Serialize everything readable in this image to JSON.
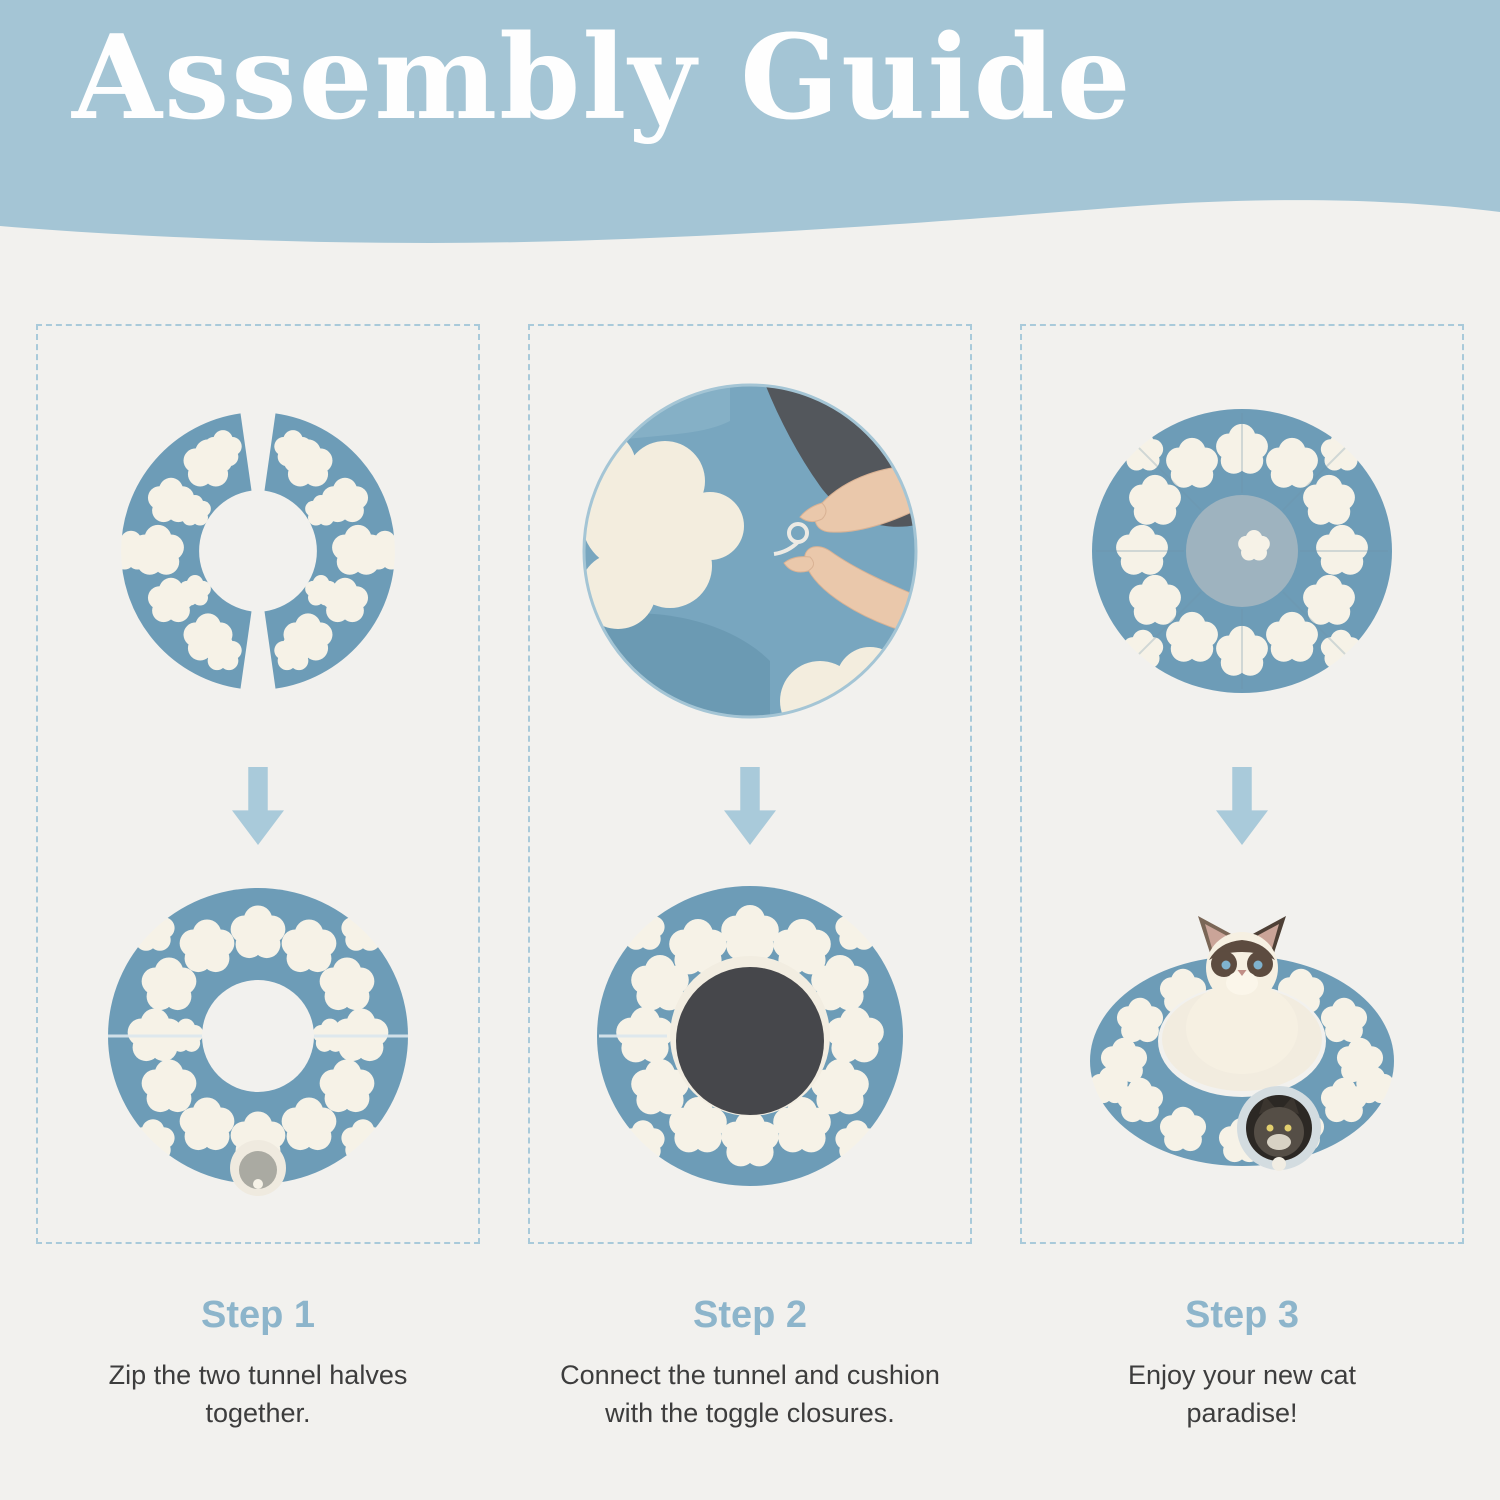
{
  "header": {
    "title": "Assembly Guide"
  },
  "steps": [
    {
      "label": "Step 1",
      "description": "Zip the two tunnel halves together.",
      "top_illustration": "two-tunnel-halves",
      "bottom_illustration": "assembled-tunnel-ring"
    },
    {
      "label": "Step 2",
      "description": "Connect the tunnel and cushion with the toggle closures.",
      "top_illustration": "hands-fastening-toggle-photo",
      "bottom_illustration": "tunnel-ring-with-dark-cushion"
    },
    {
      "label": "Step 3",
      "description": "Enjoy your new cat paradise!",
      "top_illustration": "tunnel-ring-top-view",
      "bottom_illustration": "cat-sitting-in-tunnel-bed"
    }
  ],
  "colors": {
    "header_background": "#a4c5d5",
    "page_background": "#f2f1ee",
    "dashed_border": "#a9cada",
    "arrow_blue": "#a9cada",
    "step_label_blue": "#8db5cb",
    "product_blue": "#6d9cb7",
    "cloud_white": "#f6f2e7",
    "cushion_dark": "#46474b",
    "body_text": "#3d3d3d",
    "title_text": "#fefefe"
  }
}
